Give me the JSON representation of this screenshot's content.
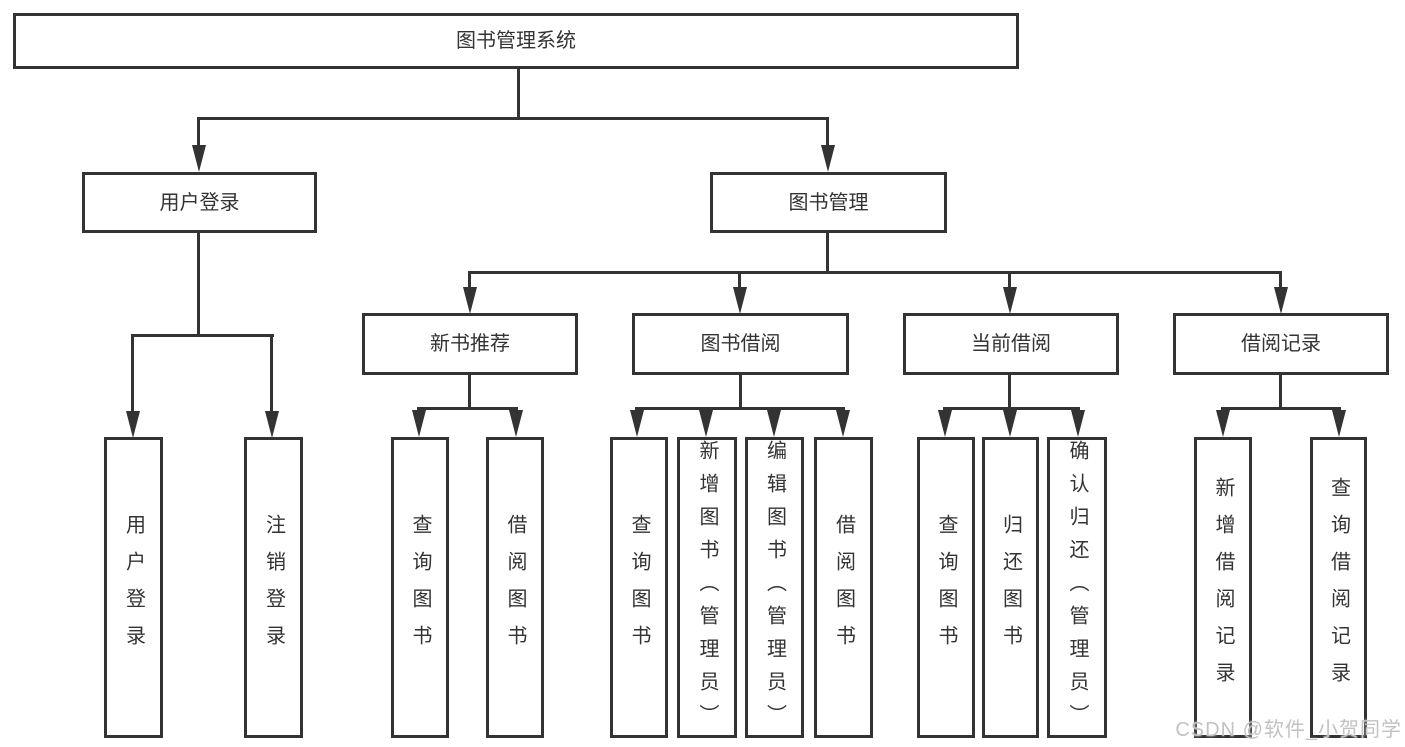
{
  "diagram": {
    "tree": {
      "label": "图书管理系统",
      "children": [
        {
          "label": "用户登录",
          "children": [
            {
              "label": "用户登录"
            },
            {
              "label": "注销登录"
            }
          ]
        },
        {
          "label": "图书管理",
          "children": [
            {
              "label": "新书推荐",
              "children": [
                {
                  "label": "查询图书"
                },
                {
                  "label": "借阅图书"
                }
              ]
            },
            {
              "label": "图书借阅",
              "children": [
                {
                  "label": "查询图书"
                },
                {
                  "label": "新增图书（管理员）"
                },
                {
                  "label": "编辑图书（管理员）"
                },
                {
                  "label": "借阅图书"
                }
              ]
            },
            {
              "label": "当前借阅",
              "children": [
                {
                  "label": "查询图书"
                },
                {
                  "label": "归还图书"
                },
                {
                  "label": "确认归还（管理员）"
                }
              ]
            },
            {
              "label": "借阅记录",
              "children": [
                {
                  "label": "新增借阅记录"
                },
                {
                  "label": "查询借阅记录"
                }
              ]
            }
          ]
        }
      ]
    },
    "watermark": "CSDN @软件_小贺同学",
    "colors": {
      "line": "#333333",
      "box_border": "#333333",
      "text": "#333333",
      "watermark": "#c2c2c2",
      "background": "#ffffff"
    }
  }
}
